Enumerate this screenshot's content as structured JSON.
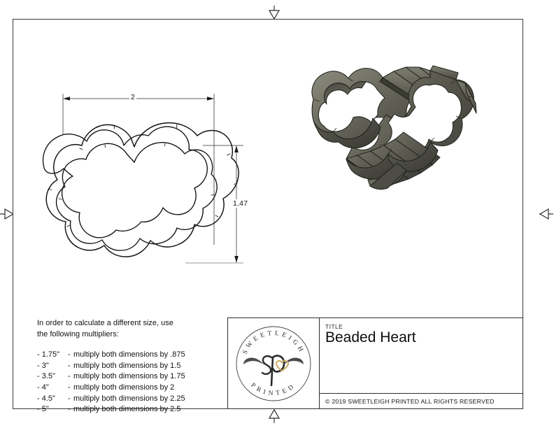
{
  "sheet": {
    "background": "#ffffff",
    "frame_color": "#3a3a3a"
  },
  "drawing": {
    "dimensions": {
      "width_label": "2",
      "height_label": "1.47",
      "unit_note": "inches"
    },
    "part_name": "Beaded Heart",
    "views": {
      "flat_view_name": "beaded-heart-outline",
      "iso_view_name": "beaded-heart-cutter-3d"
    },
    "model_colors": {
      "light": "#8a8a7c",
      "mid": "#6d6d61",
      "dark": "#4e4e45",
      "darkest": "#3a3a33",
      "edge": "#23231f"
    }
  },
  "notes": {
    "intro_line_1": "In order to calculate a different size, use",
    "intro_line_2": "the following multipliers:",
    "items": [
      {
        "size": "- 1.75\"",
        "dash": "-",
        "text": "multiply both dimensions by .875"
      },
      {
        "size": "- 3\"",
        "dash": "-",
        "text": "multiply both dimensions by 1.5"
      },
      {
        "size": "- 3.5\"",
        "dash": "-",
        "text": "multiply both dimensions by 1.75"
      },
      {
        "size": "- 4\"",
        "dash": "-",
        "text": "multiply both dimensions by 2"
      },
      {
        "size": "- 4.5\"",
        "dash": "-",
        "text": "multiply both dimensions by 2.25"
      },
      {
        "size": "- 5\"",
        "dash": "-",
        "text": "multiply both dimensions by 2.5"
      }
    ]
  },
  "title_block": {
    "title_label": "TITLE",
    "title_value": "Beaded Heart",
    "copyright": "© 2019  SWEETLEIGH PRINTED  ALL RIGHTS RESERVED",
    "logo": {
      "top_arc_text": "SWEETLEIGH",
      "bottom_arc_text": "PRINTED",
      "monogram": "sp",
      "heart_color": "#c8a961",
      "ring_color": "#3d3d3d"
    }
  },
  "center_marks": {
    "top": "center-mark-top",
    "bottom": "center-mark-bottom",
    "left": "center-mark-left",
    "right": "center-mark-right"
  }
}
